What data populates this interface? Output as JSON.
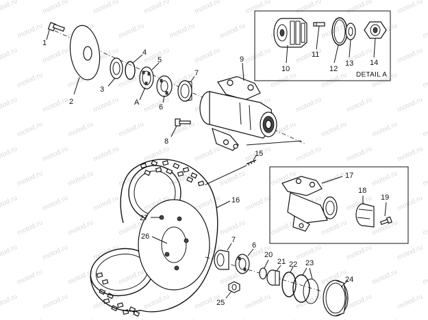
{
  "callouts": [
    "1",
    "2",
    "3",
    "4",
    "5",
    "6",
    "7",
    "8",
    "9",
    "10",
    "11",
    "12",
    "13",
    "14",
    "15",
    "16",
    "17",
    "18",
    "19",
    "20",
    "21",
    "22",
    "23",
    "24",
    "25",
    "26",
    "27"
  ],
  "letters": {
    "a": "A"
  },
  "detail_caption": "DETAIL A",
  "watermark_text": "motod.ru",
  "colors": {
    "ink": "#111111",
    "paper": "#ffffff",
    "watermark": "#d9d9d9"
  }
}
